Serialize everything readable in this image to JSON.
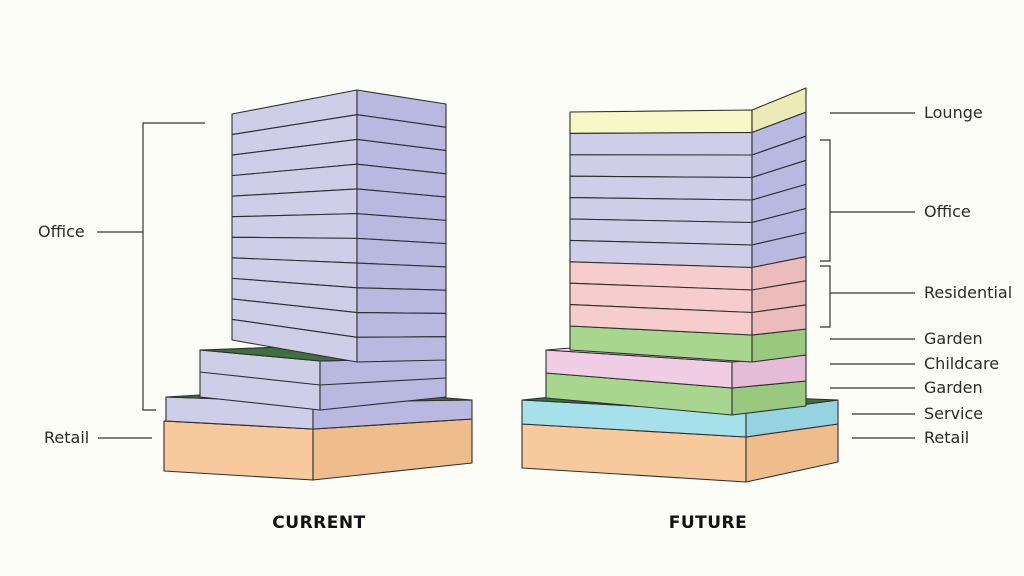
{
  "colors": {
    "office_front": "#cfcee8",
    "office_side": "#b9b8e0",
    "retail_front": "#f8c99c",
    "retail_side": "#efbd8c",
    "roof_garden": "#3f6e3f",
    "lounge_front": "#f8f7c8",
    "lounge_side": "#ecebb6",
    "residential_front": "#f7cccc",
    "residential_side": "#ecbcbc",
    "garden_front": "#a8d68e",
    "garden_side": "#98c97f",
    "childcare_front": "#f0cde4",
    "childcare_side": "#e4bcd8",
    "service_front": "#a6e0ea",
    "service_side": "#94d3df"
  },
  "current": {
    "caption": "CURRENT",
    "labels": {
      "office": "Office",
      "retail": "Retail"
    }
  },
  "future": {
    "caption": "FUTURE",
    "labels": {
      "lounge": "Lounge",
      "office": "Office",
      "residential": "Residential",
      "garden_upper": "Garden",
      "childcare": "Childcare",
      "garden_lower": "Garden",
      "service": "Service",
      "retail": "Retail"
    }
  }
}
